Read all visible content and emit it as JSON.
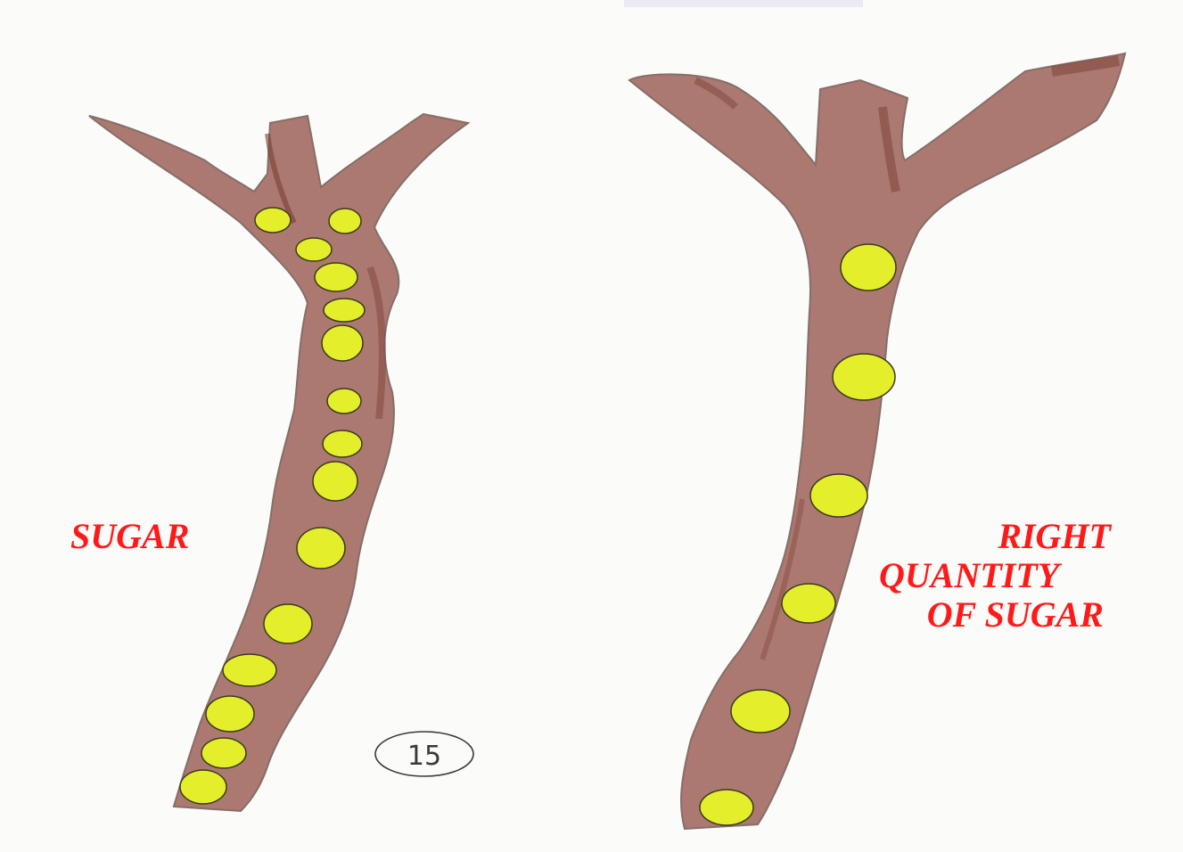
{
  "labels": {
    "left": "SUGAR",
    "right_line1": "RIGHT",
    "right_line2": "QUANTITY",
    "right_line3": "OF SUGAR",
    "color": "#ff1a1a"
  },
  "page_number": "15",
  "colors": {
    "vessel_fill": "#a9776f",
    "vessel_dark": "#7a3d32",
    "vessel_outline": "#6f6763",
    "glucose_fill": "#e4ee2a",
    "glucose_outline": "#3b3a1e",
    "paper": "#fbfbf9"
  }
}
